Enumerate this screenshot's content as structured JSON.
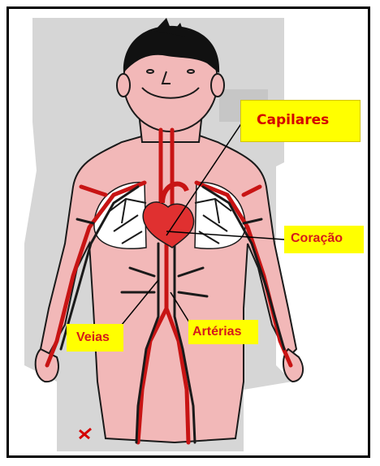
{
  "labels": {
    "capillaries": "Capilares",
    "heart": "Coração",
    "veins": "Veias",
    "arteries": "Artérias"
  },
  "colors": {
    "skin": "#f2b8b8",
    "skin_outline": "#1a1a1a",
    "artery_red": "#c81414",
    "vein_dark": "#1a1a1a",
    "lungs": "#ffffff",
    "label_background": "#ffff00",
    "label_text": "#d40000",
    "cutout_gray": "#cfcfcf"
  }
}
